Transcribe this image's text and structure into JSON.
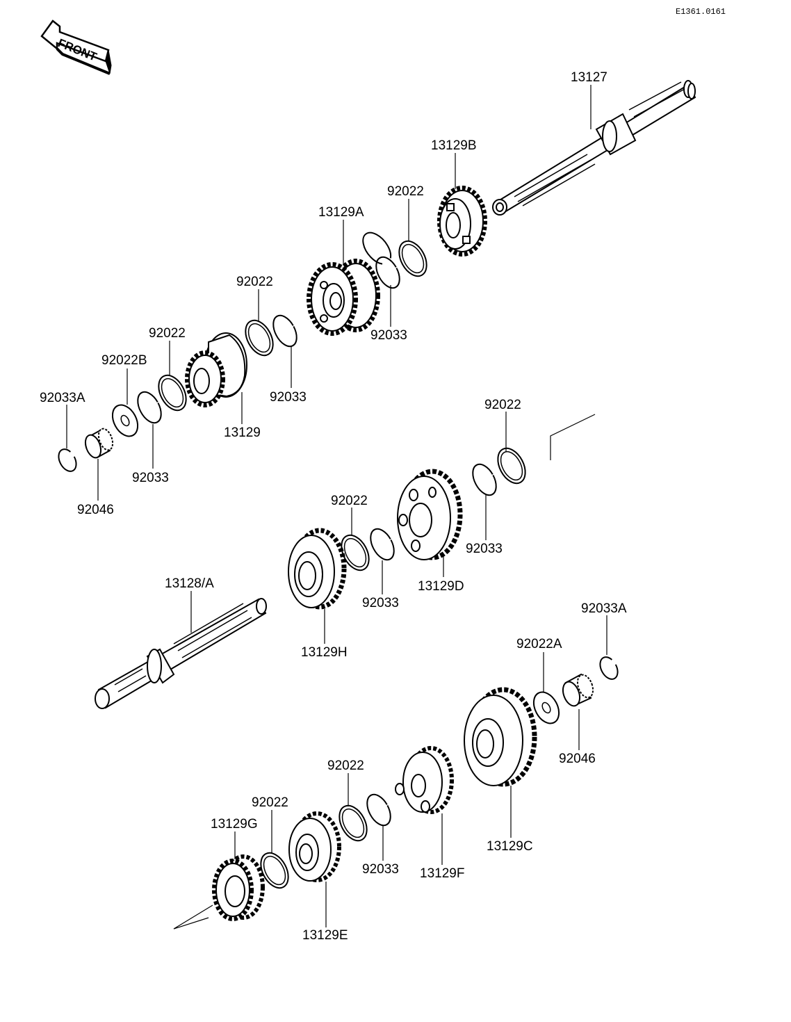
{
  "diagram_id": "E1361.0161",
  "front_label": "FRONT",
  "parts": [
    {
      "id": "p01",
      "label": "13127"
    },
    {
      "id": "p02",
      "label": "13129B"
    },
    {
      "id": "p03",
      "label": "92022"
    },
    {
      "id": "p04",
      "label": "13129A"
    },
    {
      "id": "p05",
      "label": "92033"
    },
    {
      "id": "p06",
      "label": "92022"
    },
    {
      "id": "p07",
      "label": "92022"
    },
    {
      "id": "p08",
      "label": "92022B"
    },
    {
      "id": "p09",
      "label": "92033A"
    },
    {
      "id": "p10",
      "label": "92033"
    },
    {
      "id": "p11",
      "label": "13129"
    },
    {
      "id": "p12",
      "label": "92033"
    },
    {
      "id": "p13",
      "label": "92046"
    },
    {
      "id": "p14",
      "label": "92022"
    },
    {
      "id": "p15",
      "label": "92022"
    },
    {
      "id": "p16",
      "label": "92033"
    },
    {
      "id": "p17",
      "label": "92033"
    },
    {
      "id": "p18",
      "label": "13129D"
    },
    {
      "id": "p19",
      "label": "13128/A"
    },
    {
      "id": "p20",
      "label": "13129H"
    },
    {
      "id": "p21",
      "label": "92033A"
    },
    {
      "id": "p22",
      "label": "92022A"
    },
    {
      "id": "p23",
      "label": "92046"
    },
    {
      "id": "p24",
      "label": "92022"
    },
    {
      "id": "p25",
      "label": "92022"
    },
    {
      "id": "p26",
      "label": "13129G"
    },
    {
      "id": "p27",
      "label": "92033"
    },
    {
      "id": "p28",
      "label": "13129F"
    },
    {
      "id": "p29",
      "label": "13129C"
    },
    {
      "id": "p30",
      "label": "13129E"
    }
  ]
}
